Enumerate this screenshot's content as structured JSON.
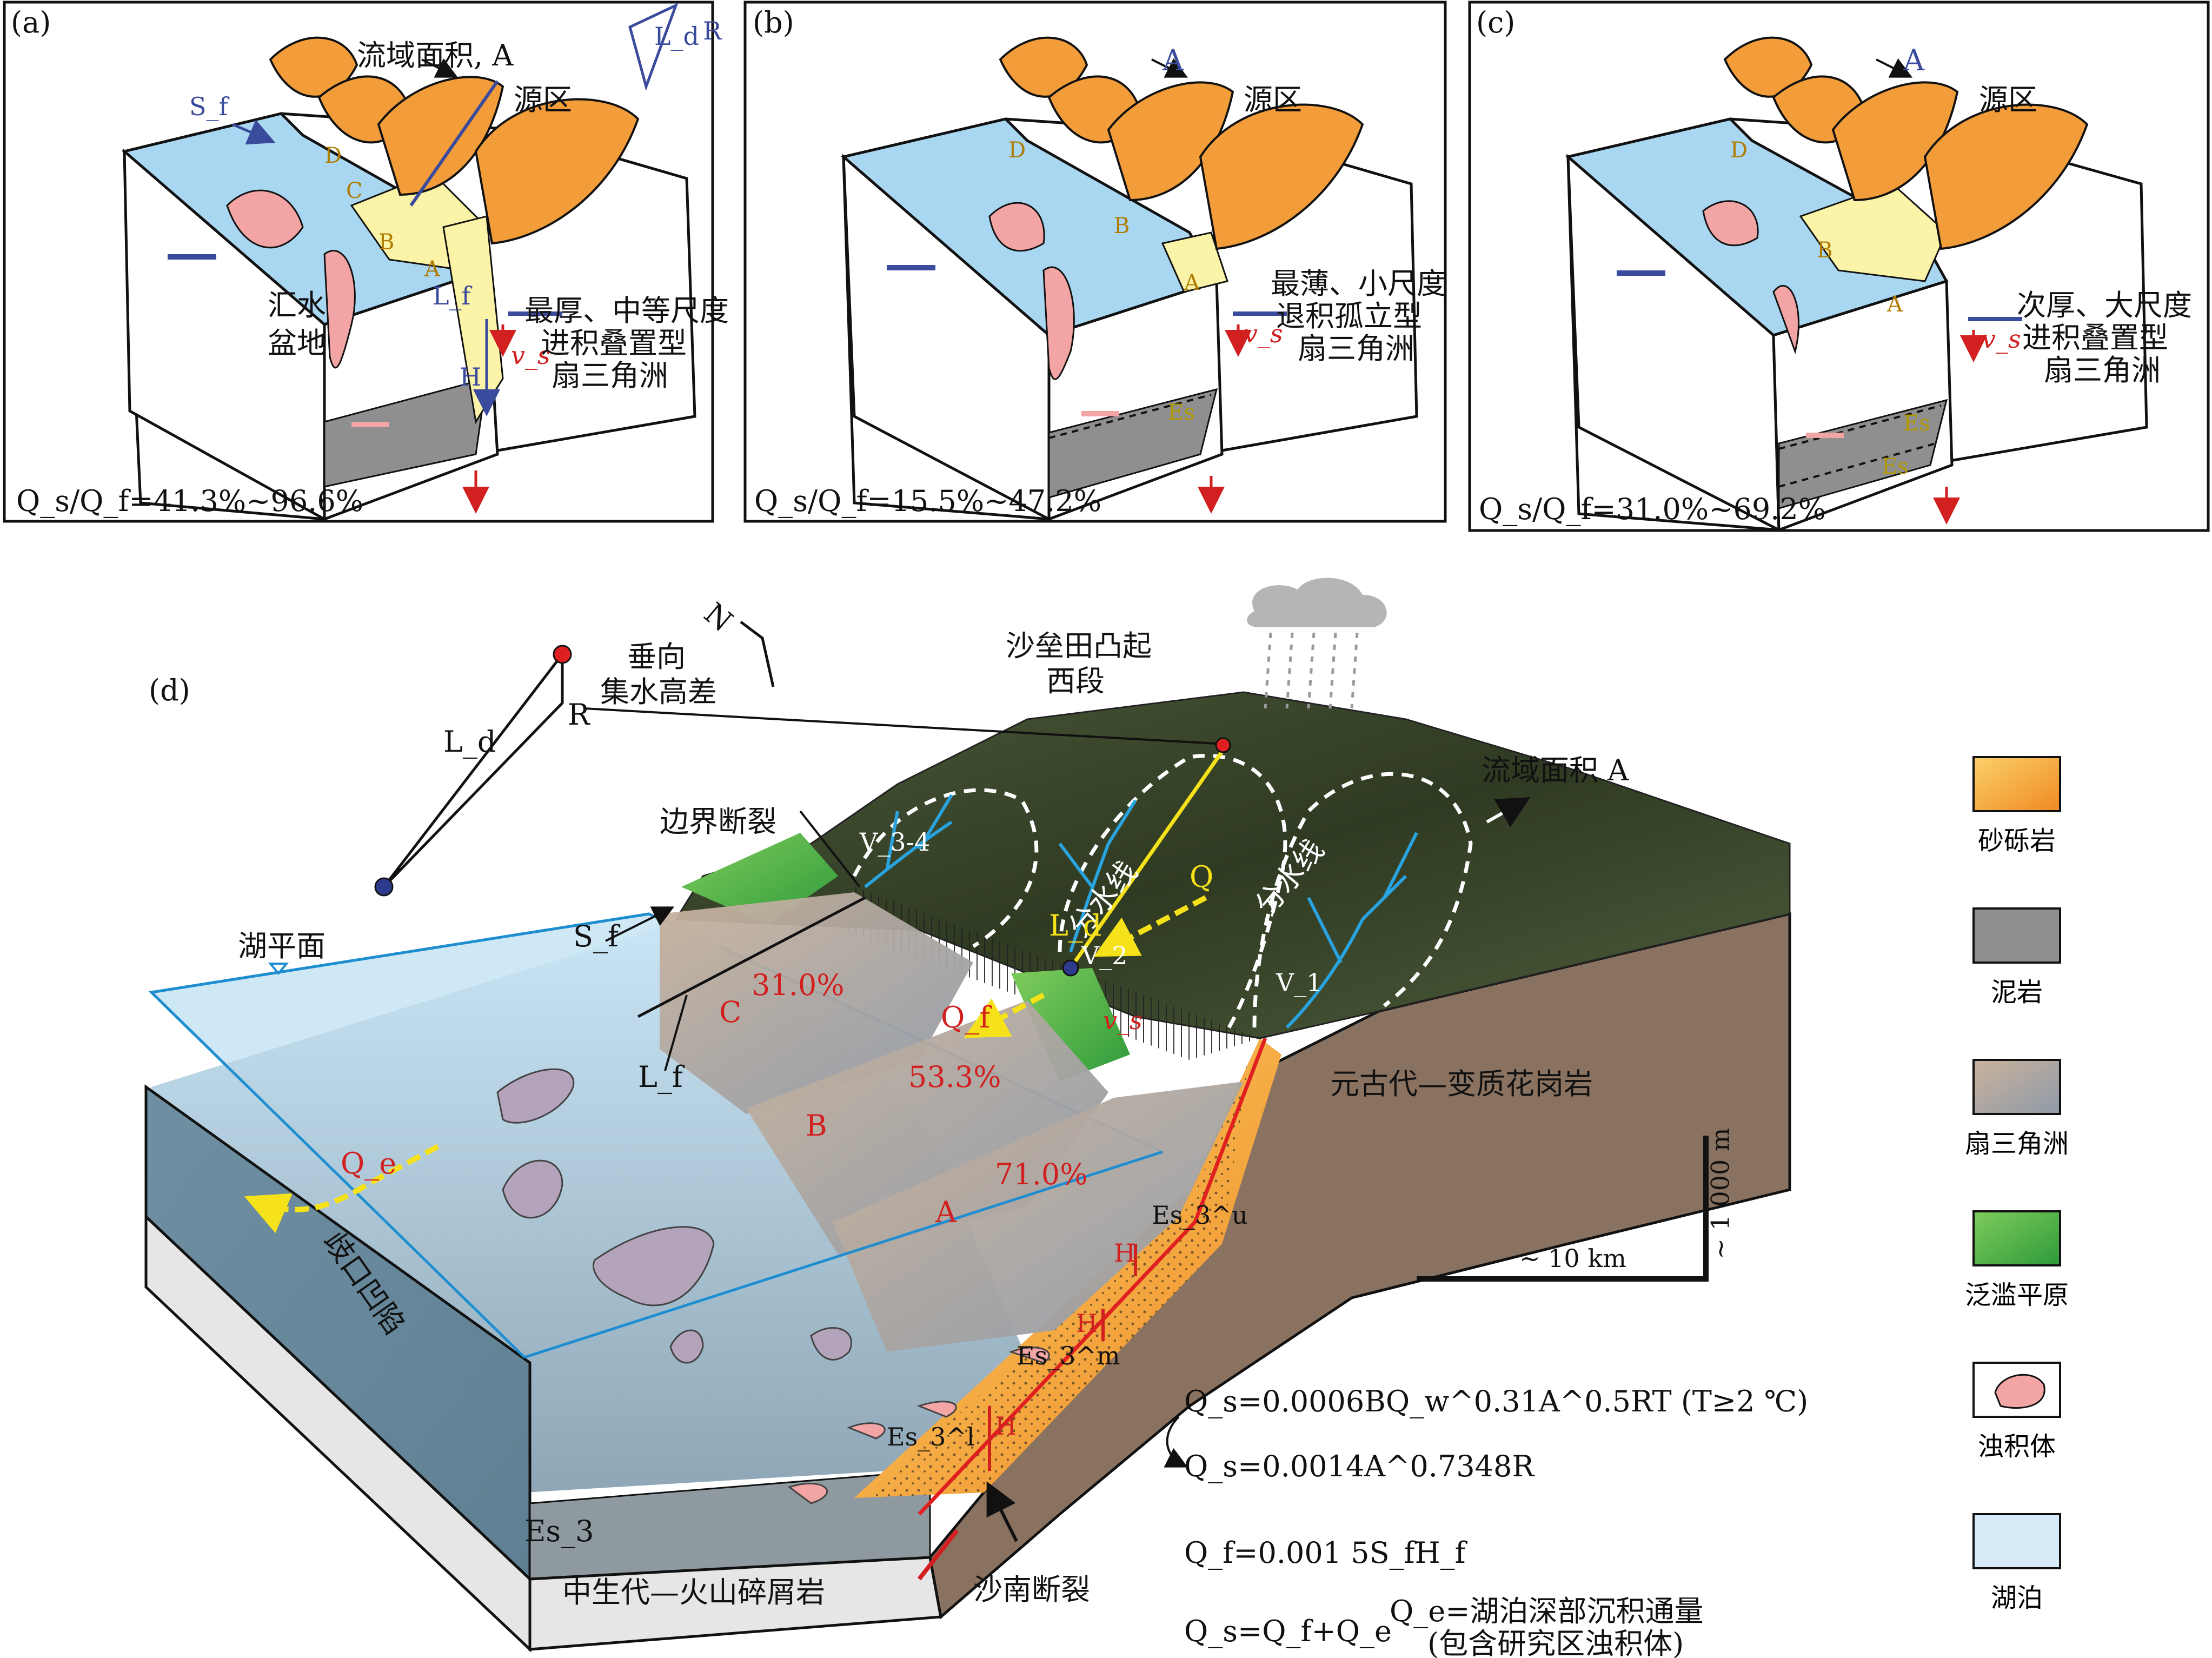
{
  "panels": {
    "a": {
      "tag": "(a)",
      "ratio": "Q_s/Q_f=41.3%~96.6%",
      "delta_text": [
        "最厚、中等尺度",
        "进积叠置型",
        "扇三角洲"
      ],
      "basin": [
        "汇水",
        "盆地"
      ],
      "catchment": "流域面积, A",
      "source": "源区",
      "sf": "S_f",
      "ld": "L_d",
      "r": "R",
      "lf": "L_f",
      "h": "H",
      "vs": "v_s",
      "lobes": [
        "A",
        "B",
        "C",
        "D"
      ]
    },
    "b": {
      "tag": "(b)",
      "ratio": "Q_s/Q_f=15.5%~47.2%",
      "delta_text": [
        "最薄、小尺度",
        "退积孤立型",
        "扇三角洲"
      ],
      "catchment": "A",
      "source": "源区",
      "vs": "v_s",
      "strat": "Es",
      "lobes": [
        "A",
        "B",
        "D"
      ]
    },
    "c": {
      "tag": "(c)",
      "ratio": "Q_s/Q_f=31.0%~69.2%",
      "delta_text": [
        "次厚、大尺度",
        "进积叠置型",
        "扇三角洲"
      ],
      "catchment": "A",
      "source": "源区",
      "vs": "v_s",
      "strat": [
        "Es",
        "Es"
      ],
      "lobes": [
        "A",
        "B",
        "D"
      ]
    }
  },
  "main": {
    "tag": "(d)",
    "north": "N",
    "relief_title": [
      "垂向",
      "集水高差"
    ],
    "ld": "L_d",
    "r": "R",
    "uplift": [
      "沙垒田凸起",
      "西段"
    ],
    "catchment": "流域面积 A",
    "boundary_fault": "边界断裂",
    "divides": [
      "分水线",
      "分水线"
    ],
    "lake_level": "湖平面",
    "sf": "S_f",
    "lf": "L_f",
    "v_labels": [
      "V_3-4",
      "V_2",
      "V_1"
    ],
    "q_label": "Q",
    "qf_label": "Q_f",
    "qe_label": "Q_e",
    "percents": [
      "31.0%",
      "53.3%",
      "71.0%"
    ],
    "lobes": [
      "C",
      "B",
      "A"
    ],
    "depression": "歧口凹陷",
    "basement": "元古代—变质花岗岩",
    "es3": "Es_3",
    "mesozoic": "中生代—火山碎屑岩",
    "fault_sn": "沙南断裂",
    "strat_units": [
      "Es_3^u",
      "Es_3^m",
      "Es_3^l"
    ],
    "h_label": "H",
    "vs_label": "v_s",
    "scale_h": "~ 10 km",
    "scale_v": "~ 1 000 m",
    "equations": [
      "Q_s=0.0006BQ_w^0.31A^0.5RT (T≥2 ℃)",
      "Q_s=0.0014A^0.7348R",
      "Q_f=0.001 5S_fH_f",
      "Q_s=Q_f+Q_e"
    ],
    "qe_note": [
      "Q_e=湖泊深部沉积通量",
      "(包含研究区浊积体)"
    ]
  },
  "legend": [
    {
      "label": "砂砾岩",
      "color": "#f5a33a"
    },
    {
      "label": "泥岩",
      "color": "#8c8c8c"
    },
    {
      "label": "扇三角洲",
      "color": "#b8c4d0"
    },
    {
      "label": "泛滥平原",
      "color": "#52b347"
    },
    {
      "label": "浊积体",
      "color": "#f2a3a3"
    },
    {
      "label": "湖泊",
      "color": "#d6ebf7"
    }
  ],
  "colors": {
    "lake": "#a9d6f0",
    "catchment": "#f29d3a",
    "delta_yellow": "#fbf3a8",
    "turbidite": "#f3a5a5",
    "mudstone": "#8f8f8f",
    "basement": "#8a7260",
    "terrain": "#3d4a2c",
    "arrow_blue": "#3a4a9c",
    "arrow_red": "#d21f1f"
  }
}
